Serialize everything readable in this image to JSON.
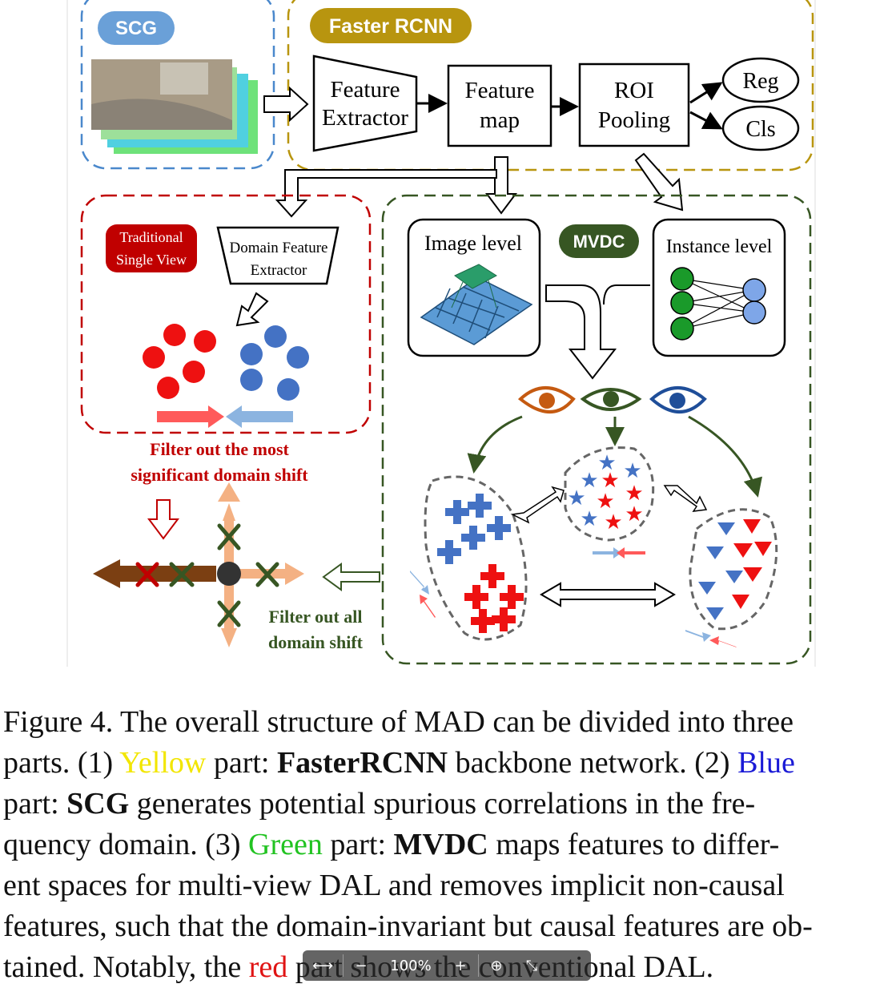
{
  "figure": {
    "scg_label": "SCG",
    "faster_rcnn_label": "Faster RCNN",
    "feature_extractor": [
      "Feature",
      "Extractor"
    ],
    "feature_map": [
      "Feature",
      "map"
    ],
    "roi_pooling": [
      "ROI",
      "Pooling"
    ],
    "reg": "Reg",
    "cls": "Cls",
    "traditional": [
      "Traditional",
      "Single View"
    ],
    "domain_feature_extractor": [
      "Domain Feature",
      "Extractor"
    ],
    "filter_most": [
      "Filter out the most",
      "significant domain shift"
    ],
    "image_level": "Image level",
    "mvdc_label": "MVDC",
    "instance_level": "Instance level",
    "filter_all": [
      "Filter out all",
      "domain shift"
    ]
  },
  "caption": {
    "l1": "Figure 4. The overall structure of MAD can be divided into three",
    "l2_a": "parts. (1) ",
    "l2_yellow": "Yellow",
    "l2_b": " part: ",
    "l2_bold": "FasterRCNN",
    "l2_c": " backbone network. (2) ",
    "l2_blue": "Blue",
    "l3_a": "part: ",
    "l3_bold": "SCG",
    "l3_b": " generates potential spurious correlations in the fre-",
    "l4_a": "quency domain. (3) ",
    "l4_green": "Green",
    "l4_b": " part: ",
    "l4_bold": "MVDC",
    "l4_c": " maps features to differ-",
    "l5": "ent spaces for multi-view DAL and removes implicit non-causal",
    "l6": "features, such that the domain-invariant but causal features are ob-",
    "l7_a": "tained. Notably, the ",
    "l7_red": "red",
    "l7_b": " part shows the conventional DAL."
  },
  "toolbar": {
    "zoom": "100%"
  },
  "colors": {
    "scg": "#4a88cc",
    "faster": "#b8950f",
    "red": "#c00000",
    "green": "#375623"
  }
}
